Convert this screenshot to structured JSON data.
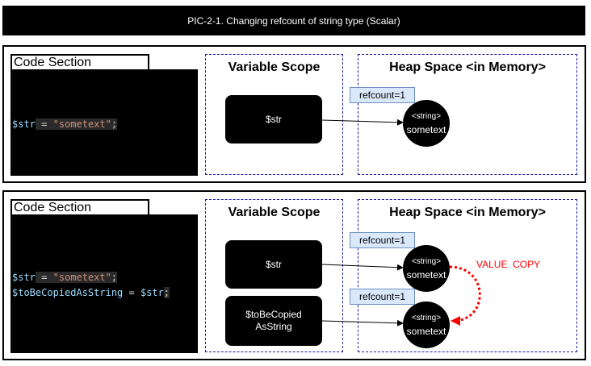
{
  "title": "PIC-2-1.  Changing refcount of string type (Scalar)",
  "panels": [
    {
      "code_label": "Code Section",
      "variable_scope_title": "Variable Scope",
      "heap_title": "Heap Space <in Memory>",
      "code_line_1": {
        "var": "$str",
        "op": " = ",
        "str": "\"sometext\"",
        "punc": ";"
      },
      "variables": [
        {
          "label": "$str"
        }
      ],
      "refcounts": [
        {
          "label": "refcount=1"
        }
      ],
      "heap_items": [
        {
          "type": "<string>",
          "value": "sometext"
        }
      ]
    },
    {
      "code_label": "Code Section",
      "variable_scope_title": "Variable Scope",
      "heap_title": "Heap Space <in Memory>",
      "code_line_1": {
        "var": "$str",
        "op": " = ",
        "str": "\"sometext\"",
        "punc": ";"
      },
      "code_line_2": {
        "var": "$toBeCopiedAsString",
        "op": " = ",
        "var2": "$str",
        "punc": ";"
      },
      "variables": [
        {
          "label": "$str"
        },
        {
          "label": "$toBeCopied\nAsString"
        }
      ],
      "refcounts": [
        {
          "label": "refcount=1"
        },
        {
          "label": "refcount=1"
        }
      ],
      "heap_items": [
        {
          "type": "<string>",
          "value": "sometext"
        },
        {
          "type": "<string>",
          "value": "sometext"
        }
      ],
      "value_copy_label": "VALUE  COPY"
    }
  ],
  "colors": {
    "copy_arrow": "#ff0000",
    "refcount_fill": "#dae8fc",
    "scope_border": "#1a1aa0"
  }
}
